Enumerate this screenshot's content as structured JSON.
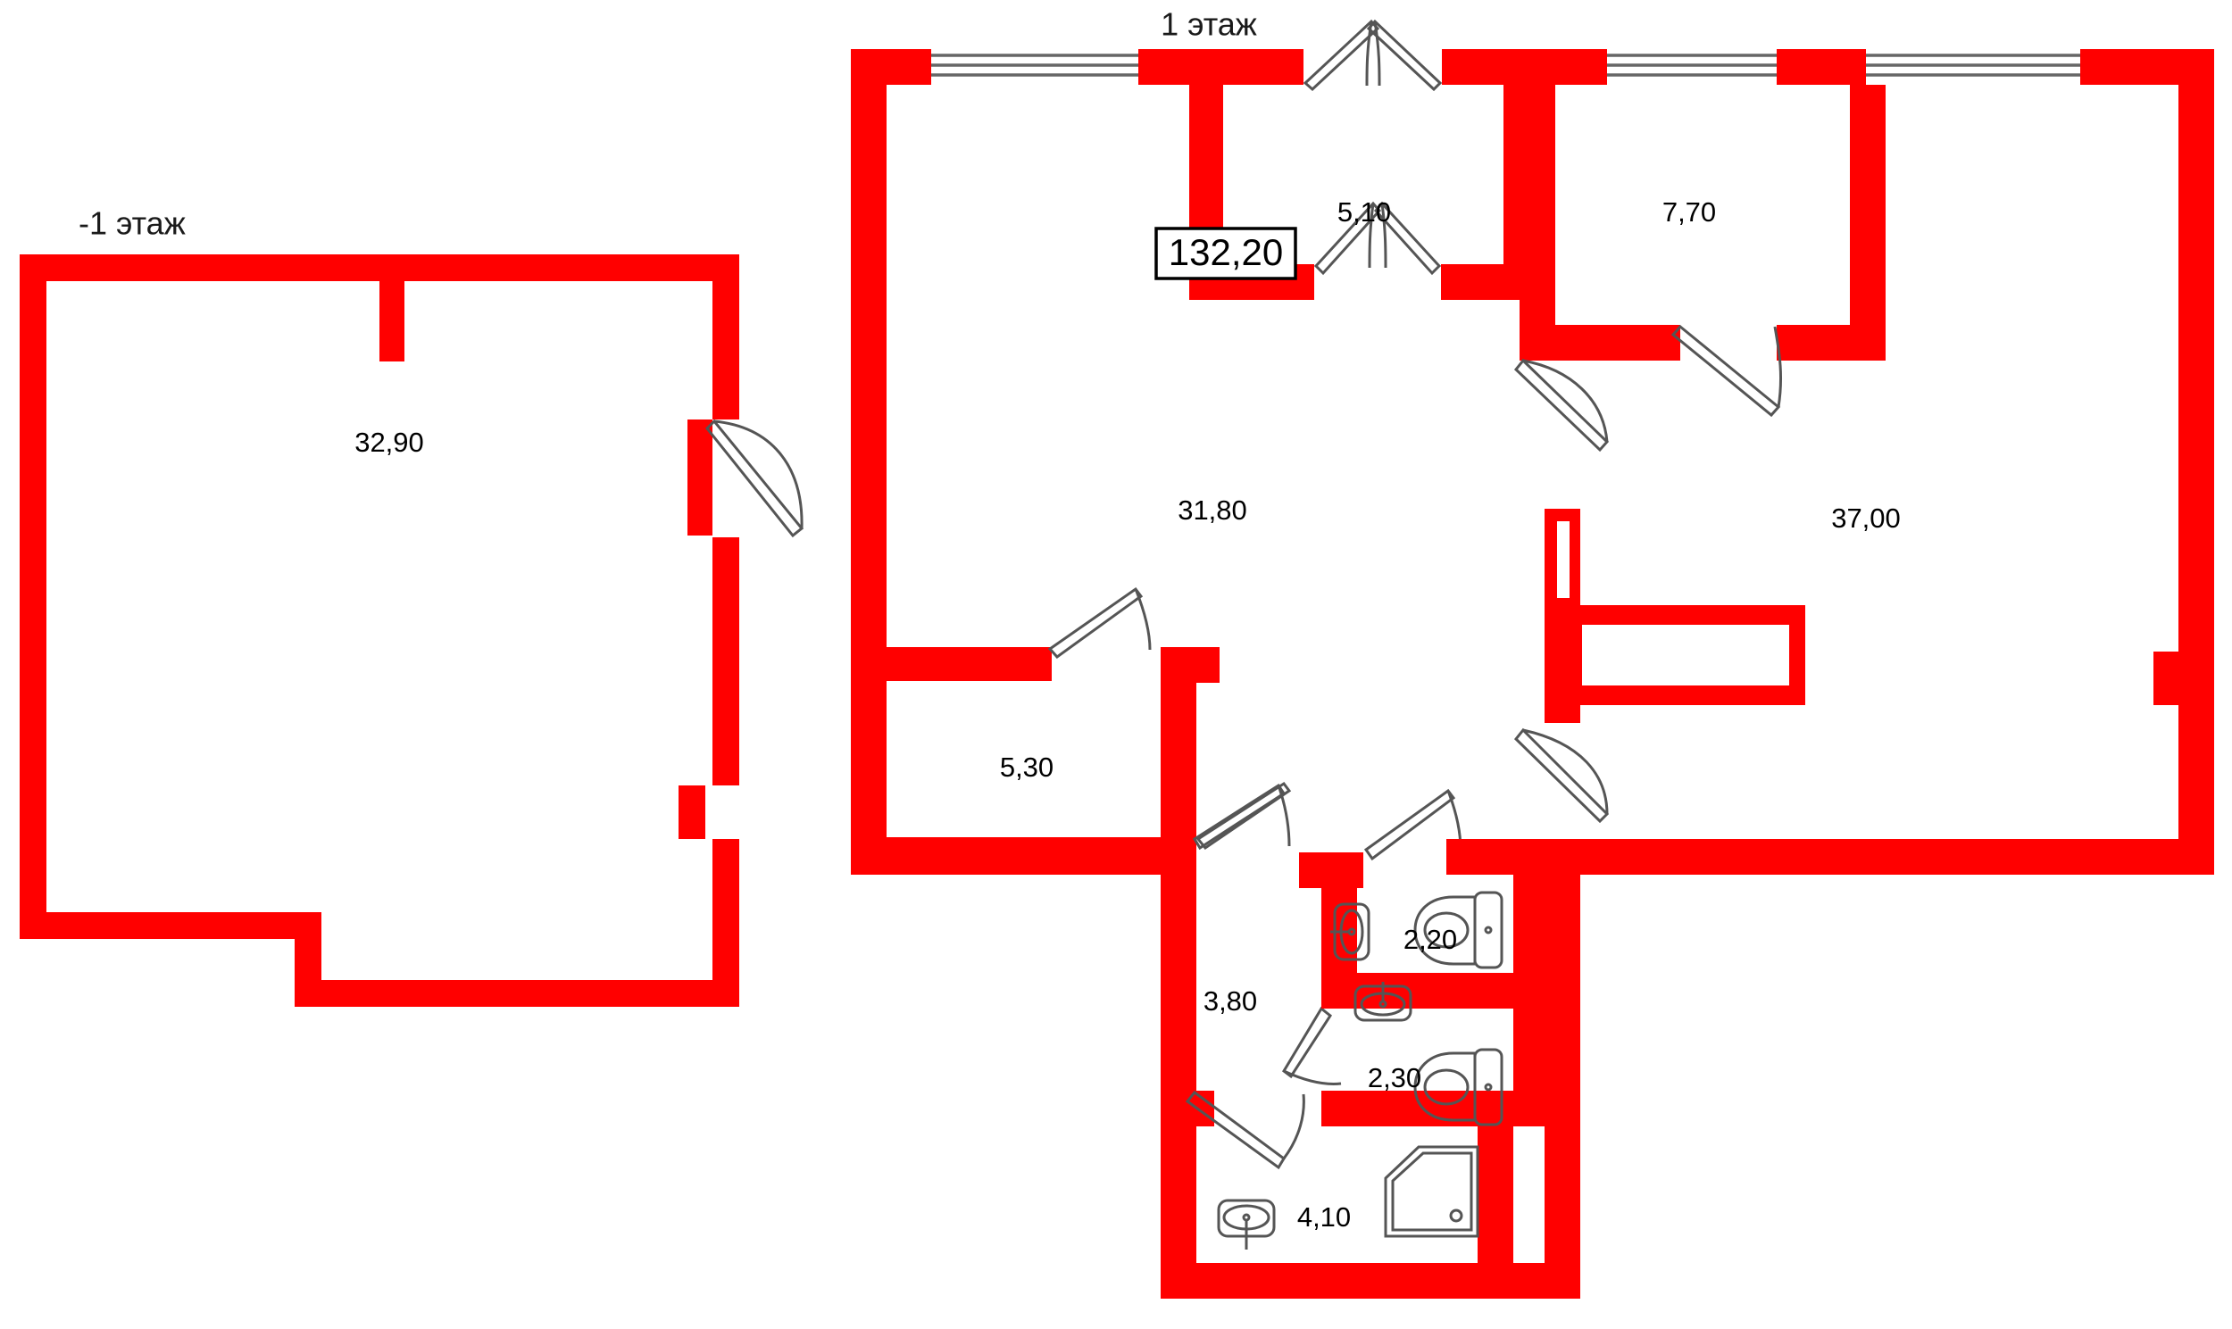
{
  "document": {
    "kind": "floor-plan",
    "wall_color": "#FF0000",
    "line_color": "#555555",
    "background": "#FFFFFF"
  },
  "total_area": {
    "value": "132,20",
    "boxed": true
  },
  "floors": [
    {
      "id": "basement",
      "title": "-1 этаж",
      "rooms": [
        {
          "id": "basement-main",
          "area": "32,90"
        }
      ]
    },
    {
      "id": "first-floor",
      "title": "1 этаж",
      "rooms": [
        {
          "id": "room-hall",
          "area": "31,80"
        },
        {
          "id": "room-living",
          "area": "37,00"
        },
        {
          "id": "room-vestibule",
          "area": "5,10"
        },
        {
          "id": "room-entry",
          "area": "7,70"
        },
        {
          "id": "room-storage",
          "area": "5,30"
        },
        {
          "id": "room-corridor",
          "area": "3,80"
        },
        {
          "id": "room-wc-upper",
          "area": "2,20"
        },
        {
          "id": "room-wc-lower",
          "area": "2,30"
        },
        {
          "id": "room-bath",
          "area": "4,10"
        }
      ]
    }
  ],
  "fixtures": [
    {
      "id": "toilet-1",
      "type": "toilet",
      "room": "room-wc-upper"
    },
    {
      "id": "sink-1",
      "type": "sink",
      "room": "room-wc-upper"
    },
    {
      "id": "toilet-2",
      "type": "toilet",
      "room": "room-wc-lower"
    },
    {
      "id": "sink-2",
      "type": "sink",
      "room": "room-wc-lower"
    },
    {
      "id": "sink-3",
      "type": "sink",
      "room": "room-bath"
    },
    {
      "id": "shower-1",
      "type": "shower-corner",
      "room": "room-bath"
    }
  ]
}
